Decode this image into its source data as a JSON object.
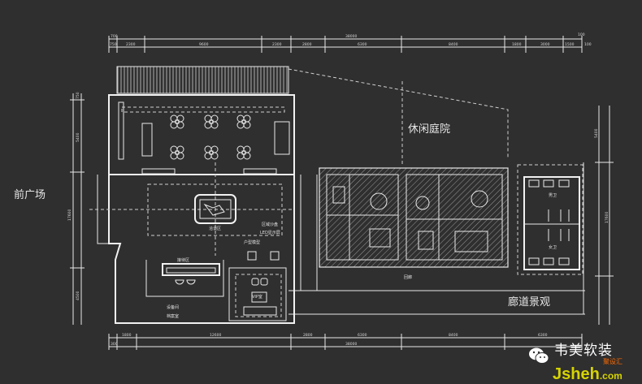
{
  "labels": {
    "front_plaza": "前广场",
    "courtyard": "休闲庭院",
    "corridor_landscape": "廊道景观",
    "corridor": "回廊",
    "negotiation": "洽谈区",
    "reception": "接待区",
    "equipment": "设备间",
    "archive": "档案室",
    "vip": "VIP室",
    "sandtable": "区域沙盘",
    "led": "LED显示屏",
    "model": "户型模型",
    "men_wc": "男卫",
    "women_wc": "女卫"
  },
  "dimensions": {
    "top_total": "38000",
    "top_left": "700",
    "top_right": "100",
    "top_segments": [
      "750",
      "2300",
      "9600",
      "2300",
      "2800",
      "6300",
      "8400",
      "1800",
      "3000",
      "1500",
      "100"
    ],
    "bottom_segments": [
      "1800",
      "12600",
      "2800",
      "6300",
      "8400",
      "6300"
    ],
    "bottom_total": "38000",
    "bottom_left": "300",
    "left_segments": [
      "750",
      "5400",
      "17600",
      "4500"
    ],
    "right_segments": [
      "5400",
      "17600"
    ]
  },
  "watermark": {
    "brand": "韦美软装",
    "site": "Jsheh",
    "site_suffix": ".com",
    "tag": "聚设汇"
  }
}
